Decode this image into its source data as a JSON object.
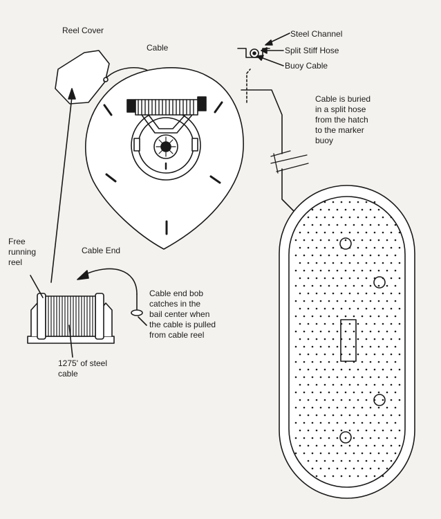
{
  "labels": {
    "reel_cover": "Reel Cover",
    "cable": "Cable",
    "steel_channel": "Steel Channel",
    "split_stiff_hose": "Split Stiff Hose",
    "buoy_cable": "Buoy Cable",
    "buried_note": "Cable is buried\nin a split hose\nfrom the hatch\nto the marker\nbuoy",
    "free_reel": "Free\nrunning\nreel",
    "cable_end": "Cable End",
    "bob_note": "Cable end bob\ncatches in the\nbail center when\nthe cable is pulled\nfrom cable reel",
    "cable_length": "1275' of steel\ncable"
  },
  "colors": {
    "line": "#1a1a1a",
    "paper": "#f4f2ee",
    "fill": "#ffffff"
  }
}
